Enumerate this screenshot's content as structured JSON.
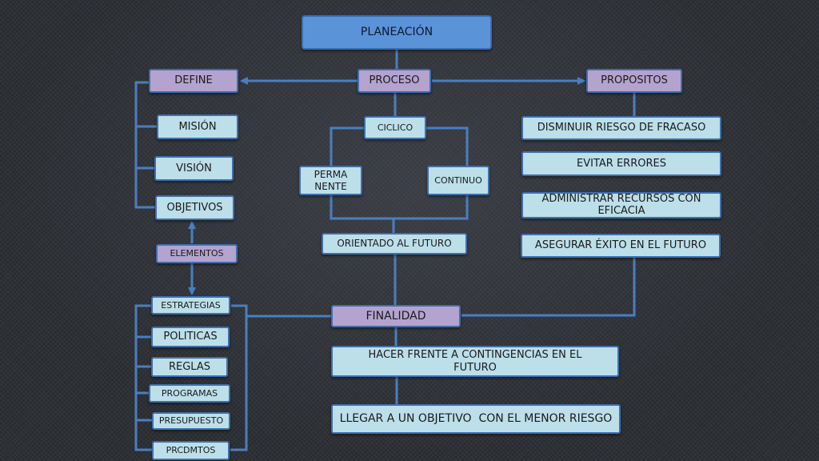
{
  "title": "PLANEACIÓN",
  "nodes": {
    "define": "DEFINE",
    "proceso": "PROCESO",
    "propositos": "PROPOSITOS",
    "mision": "MISIÓN",
    "vision": "VISIÓN",
    "objetivos": "OBJETIVOS",
    "elementos": "ELEMENTOS",
    "ciclico": "CICLICO",
    "permanente": "PERMA NENTE",
    "continuo": "CONTINUO",
    "orientado": "ORIENTADO AL FUTURO",
    "disminuir": "DISMINUIR RIESGO DE FRACASO",
    "evitar": "EVITAR ERRORES",
    "administrar": "ADMINISTRAR RECURSOS CON EFICACIA",
    "asegurar": "ASEGURAR ÉXITO EN EL FUTURO",
    "estrategias": "ESTRATEGIAS",
    "politicas": "POLITICAS",
    "reglas": "REGLAS",
    "programas": "PROGRAMAS",
    "presupuesto": "PRESUPUESTO",
    "procedimientos": "PRCDMTOS",
    "finalidad": "FINALIDAD",
    "contingencias": "HACER FRENTE A CONTINGENCIAS EN EL FUTURO",
    "llegar": "LLEGAR A UN OBJETIVO  CON EL MENOR RIESGO"
  },
  "colors": {
    "connector": "#4a7ebf",
    "title_box": "#5b93d9",
    "category_box": "#b4a3cf",
    "item_box": "#bcdfea"
  }
}
